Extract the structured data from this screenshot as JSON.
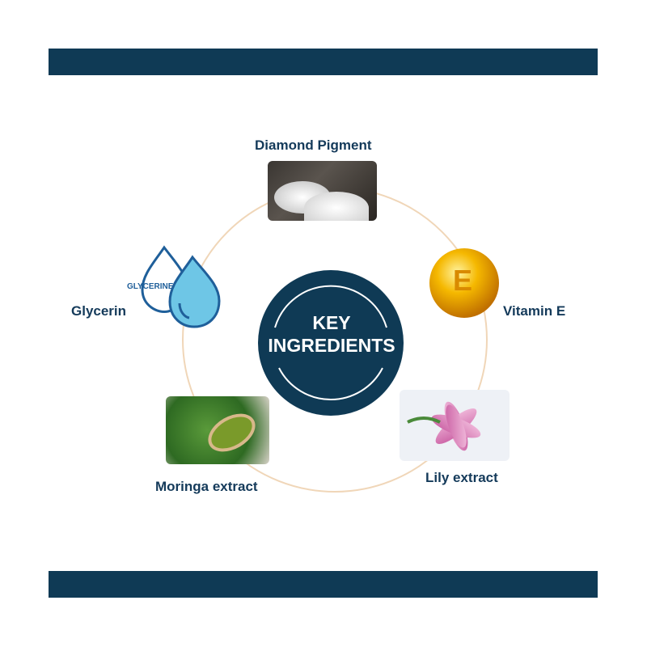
{
  "title": {
    "line1": "KEY",
    "line2": "INGREDIENTS"
  },
  "ingredients": [
    {
      "label": "Diamond Pigment",
      "icon": "diamond-pigment-image"
    },
    {
      "label": "Vitamin E",
      "icon": "vitamin-e-capsule-icon",
      "glyph": "E"
    },
    {
      "label": "Lily extract",
      "icon": "lily-flower-image"
    },
    {
      "label": "Moringa extract",
      "icon": "moringa-leaves-image"
    },
    {
      "label": "Glycerin",
      "icon": "glycerin-drop-icon",
      "icon_text": "GLYCERINE"
    }
  ],
  "colors": {
    "navy": "#0f3a55",
    "orbit": "#f0d6b8",
    "label": "#143a5a"
  }
}
